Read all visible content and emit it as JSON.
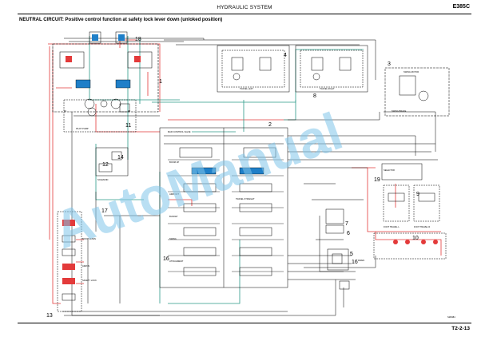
{
  "header": {
    "section_title": "HYDRAULIC SYSTEM",
    "model": "E385C"
  },
  "diagram_title": "NEUTRAL CIRCUIT: Positive control function at safety lock lever down (unloked position)",
  "footer": {
    "page_number": "T2-2-13"
  },
  "watermark": "AutoManual",
  "callouts": [
    "18",
    "1",
    "4",
    "3",
    "11",
    "2",
    "14",
    "12",
    "17",
    "19",
    "9",
    "10",
    "7",
    "6",
    "5",
    "16",
    "16",
    "8",
    "13"
  ],
  "small_labels": {
    "swing_motor": "SWING MOTOR",
    "travel_left": "TRAVEL LEFT",
    "travel_right": "TRAVEL RIGHT",
    "main_control_valve": "MAIN CONTROL VALVE",
    "pilot_pump": "PILOT PUMP",
    "swing_brake": "SWING BRAKE",
    "boom_up": "BOOM UP",
    "arm_out": "ARM OUT",
    "bucket": "BUCKET",
    "swing": "SWING",
    "travel_straight": "TRAVEL STRAIGHT",
    "safety_lock": "SAFETY LOCK",
    "attachment": "ATTACHMENT",
    "boom_down": "BOOM DOWN",
    "arm_in": "ARM IN",
    "foot_travel_l": "FOOT TRAVEL L",
    "foot_travel_r": "FOOT TRAVEL R",
    "selector": "SELECTOR",
    "solenoid": "SOLENOID",
    "p1": "P1",
    "p2": "P2",
    "drain": "DRAIN",
    "ref_code": "SM0384"
  },
  "colors": {
    "pressure": "#e33a3a",
    "pilot": "#2b9a88",
    "valve_fill": "#1f7fc8",
    "line": "#000000",
    "watermark": "#7fc4ea"
  }
}
